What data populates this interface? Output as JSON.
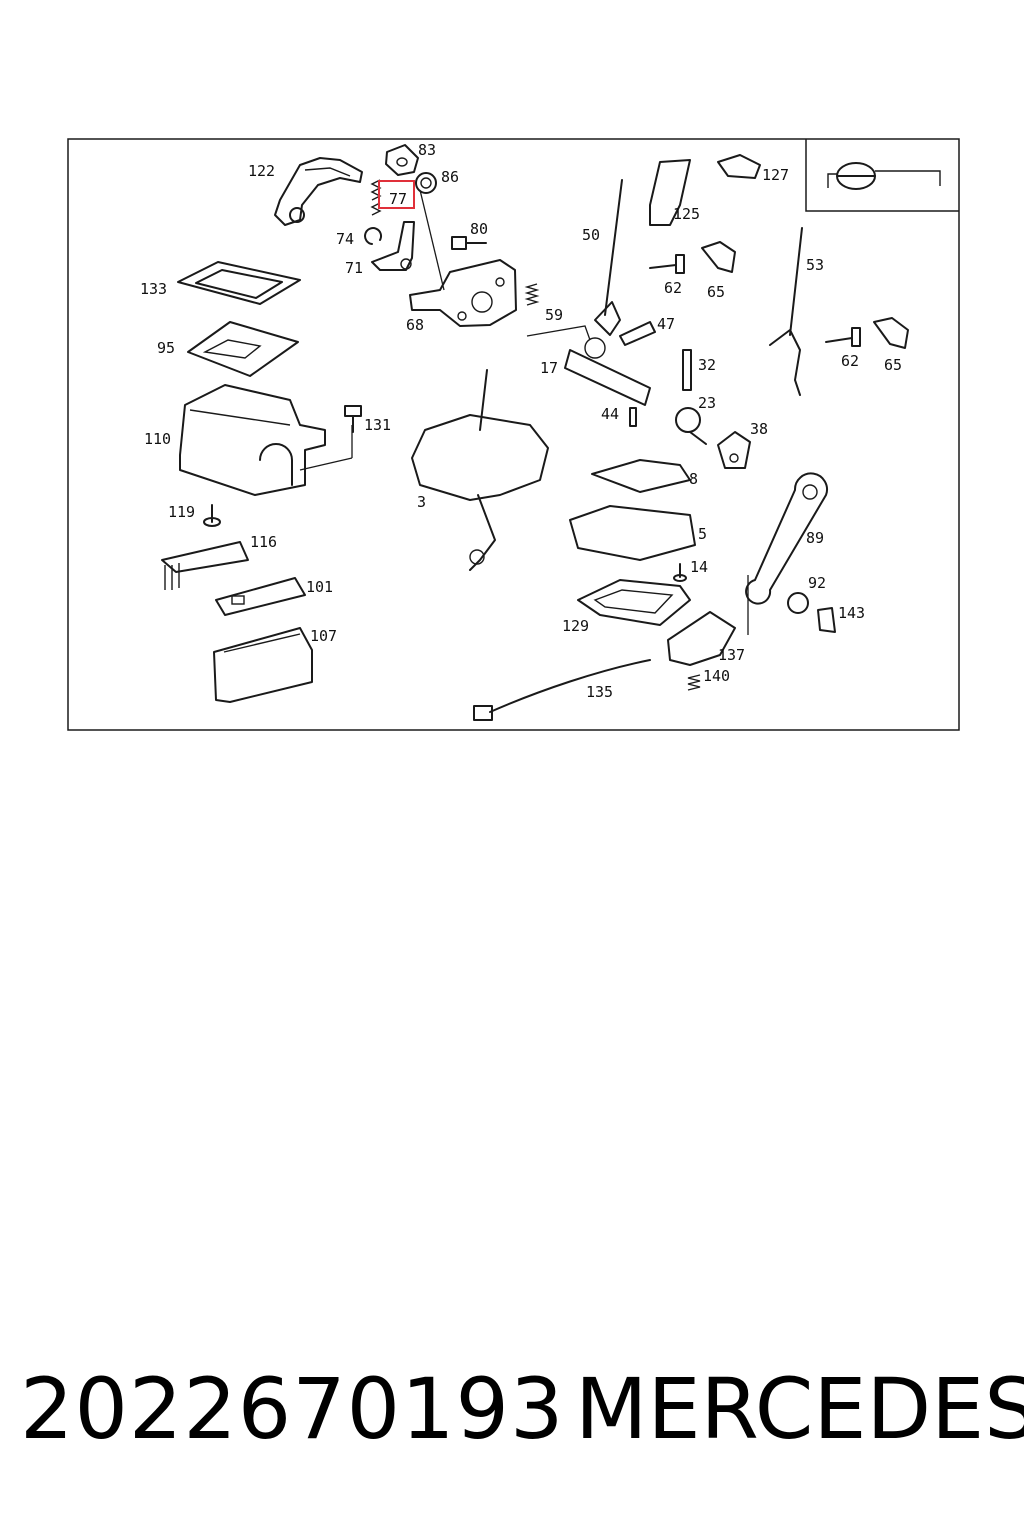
{
  "diagram": {
    "callouts": [
      {
        "id": "c83",
        "label": "83"
      },
      {
        "id": "c86",
        "label": "86"
      },
      {
        "id": "c122",
        "label": "122"
      },
      {
        "id": "c77",
        "label": "77"
      },
      {
        "id": "c74",
        "label": "74"
      },
      {
        "id": "c80",
        "label": "80"
      },
      {
        "id": "c71",
        "label": "71"
      },
      {
        "id": "c133",
        "label": "133"
      },
      {
        "id": "c68",
        "label": "68"
      },
      {
        "id": "c95",
        "label": "95"
      },
      {
        "id": "c50",
        "label": "50"
      },
      {
        "id": "c127",
        "label": "127"
      },
      {
        "id": "c125",
        "label": "125"
      },
      {
        "id": "c62a",
        "label": "62"
      },
      {
        "id": "c65a",
        "label": "65"
      },
      {
        "id": "c53",
        "label": "53"
      },
      {
        "id": "c59",
        "label": "59"
      },
      {
        "id": "c47",
        "label": "47"
      },
      {
        "id": "c17",
        "label": "17"
      },
      {
        "id": "c62b",
        "label": "62"
      },
      {
        "id": "c65b",
        "label": "65"
      },
      {
        "id": "c32",
        "label": "32"
      },
      {
        "id": "c110",
        "label": "110"
      },
      {
        "id": "c131",
        "label": "131"
      },
      {
        "id": "c44",
        "label": "44"
      },
      {
        "id": "c23",
        "label": "23"
      },
      {
        "id": "c38",
        "label": "38"
      },
      {
        "id": "c3",
        "label": "3"
      },
      {
        "id": "c8",
        "label": "8"
      },
      {
        "id": "c119",
        "label": "119"
      },
      {
        "id": "c116",
        "label": "116"
      },
      {
        "id": "c5",
        "label": "5"
      },
      {
        "id": "c89",
        "label": "89"
      },
      {
        "id": "c14",
        "label": "14"
      },
      {
        "id": "c101",
        "label": "101"
      },
      {
        "id": "c92",
        "label": "92"
      },
      {
        "id": "c143",
        "label": "143"
      },
      {
        "id": "c129",
        "label": "129"
      },
      {
        "id": "c107",
        "label": "107"
      },
      {
        "id": "c137",
        "label": "137"
      },
      {
        "id": "c140",
        "label": "140"
      },
      {
        "id": "c135",
        "label": "135"
      }
    ],
    "highlighted_callout": "77",
    "highlight_color": "#e0303a",
    "line_color": "#1a1a1a"
  },
  "footer": {
    "part_number": "2022670193",
    "brand": "MERCEDES"
  }
}
